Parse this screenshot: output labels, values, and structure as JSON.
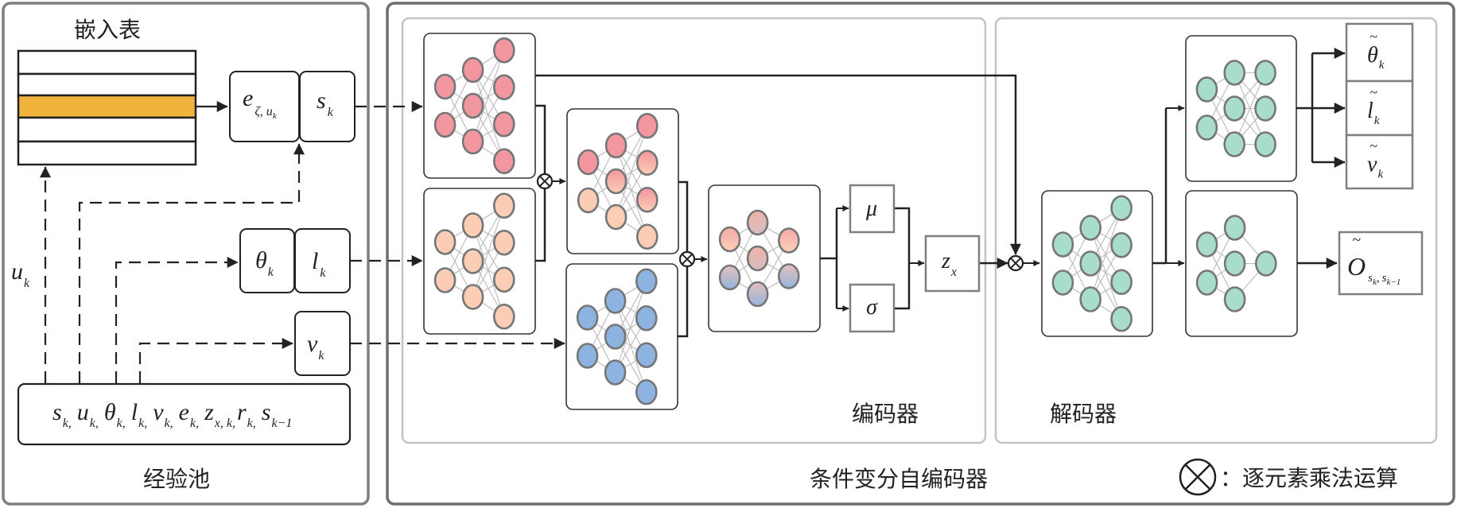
{
  "colors": {
    "orange": "#f2b33d",
    "pink": "#f2969f",
    "peach": "#fbcdb4",
    "blue": "#8db4e0",
    "teal": "#a8dccb",
    "node_stroke": "#767676",
    "panel_border": "#7f7f7f",
    "inner_panel": "#c0c3c7",
    "line": "#222222"
  },
  "left_panel": {
    "embedding_title": "嵌入表",
    "embedding_rows": 5,
    "highlighted_row": 3,
    "pool_title": "经验池",
    "u_label": {
      "base": "u",
      "sub": "k"
    },
    "e_box": {
      "base": "e",
      "sub": "ζ, u",
      "subsub": "k"
    },
    "s_box": {
      "base": "s",
      "sub": "k"
    },
    "theta_box": {
      "base": "θ",
      "sub": "k"
    },
    "l_box": {
      "base": "l",
      "sub": "k"
    },
    "v_box": {
      "base": "v",
      "sub": "k"
    },
    "pool_items": [
      {
        "base": "s",
        "sub": "k",
        "sep": ","
      },
      {
        "base": "u",
        "sub": "k",
        "sep": ","
      },
      {
        "base": "θ",
        "sub": "k",
        "sep": ","
      },
      {
        "base": "l",
        "sub": "k",
        "sep": ","
      },
      {
        "base": "v",
        "sub": "k",
        "sep": ","
      },
      {
        "base": "e",
        "sub": "k",
        "sep": ","
      },
      {
        "base": "z",
        "sub": "x, k",
        "sep": ","
      },
      {
        "base": "r",
        "sub": "k",
        "sep": ","
      },
      {
        "base": "s",
        "sub": "k−1",
        "sep": ""
      }
    ]
  },
  "cvae": {
    "title": "条件变分自编码器",
    "encoder_label": "编码器",
    "decoder_label": "解码器",
    "mu_label": "μ",
    "sigma_label": "σ",
    "z_box": {
      "base": "z",
      "sub": "x"
    },
    "outputs": [
      {
        "base": "θ",
        "sub": "k",
        "tilde": "~"
      },
      {
        "base": "l",
        "sub": "k",
        "tilde": "~"
      },
      {
        "base": "v",
        "sub": "k",
        "tilde": "~"
      }
    ],
    "o_output": {
      "base": "O",
      "tilde": "~",
      "sub": "s",
      "sub1": "k",
      "sep": ",",
      "sub2": "s",
      "sub3": "k−1"
    },
    "networks": [
      {
        "name": "encoder-net-state",
        "layers": [
          2,
          3,
          4
        ],
        "color": "pink"
      },
      {
        "name": "encoder-net-theta-l",
        "layers": [
          2,
          3,
          4
        ],
        "color": "peach"
      },
      {
        "name": "encoder-net-merge",
        "layers": [
          2,
          3,
          4
        ],
        "color": "pink-peach"
      },
      {
        "name": "encoder-net-v",
        "layers": [
          2,
          3,
          4
        ],
        "color": "blue"
      },
      {
        "name": "encoder-net-latent",
        "layers": [
          2,
          3,
          2
        ],
        "color": "mixed"
      },
      {
        "name": "decoder-net-main",
        "layers": [
          2,
          3,
          4
        ],
        "color": "teal"
      },
      {
        "name": "decoder-net-action",
        "layers": [
          2,
          3,
          3
        ],
        "color": "teal"
      },
      {
        "name": "decoder-net-reward",
        "layers": [
          2,
          3,
          1
        ],
        "color": "teal"
      }
    ]
  },
  "legend": {
    "symbol": "⊗",
    "text": "：逐元素乘法运算"
  }
}
